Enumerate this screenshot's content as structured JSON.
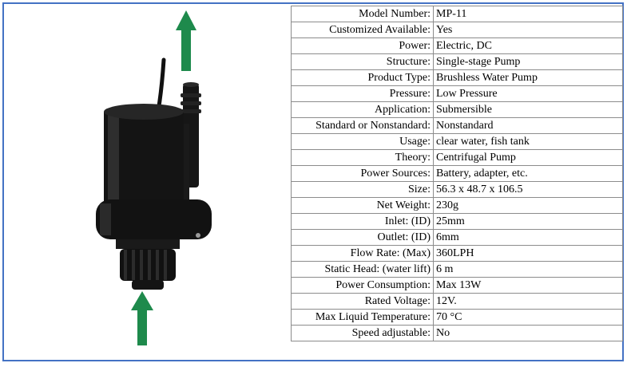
{
  "specs": [
    {
      "label": "Model Number:",
      "value": "MP-11"
    },
    {
      "label": "Customized Available:",
      "value": "Yes"
    },
    {
      "label": "Power:",
      "value": "Electric, DC"
    },
    {
      "label": "Structure:",
      "value": "Single-stage Pump"
    },
    {
      "label": "Product Type:",
      "value": "Brushless Water Pump"
    },
    {
      "label": "Pressure:",
      "value": "Low Pressure"
    },
    {
      "label": "Application:",
      "value": "Submersible"
    },
    {
      "label": "Standard or Nonstandard:",
      "value": "Nonstandard"
    },
    {
      "label": "Usage:",
      "value": "clear water, fish tank"
    },
    {
      "label": "Theory:",
      "value": "Centrifugal Pump"
    },
    {
      "label": "Power Sources:",
      "value": "Battery, adapter, etc."
    },
    {
      "label": "Size:",
      "value": " 56.3 x 48.7 x 106.5"
    },
    {
      "label": "Net Weight:",
      "value": "230g"
    },
    {
      "label": "Inlet: (ID)",
      "value": "25mm"
    },
    {
      "label": "Outlet: (ID)",
      "value": "6mm"
    },
    {
      "label": "Flow Rate: (Max)",
      "value": "360LPH"
    },
    {
      "label": "Static Head: (water lift)",
      "value": "6 m"
    },
    {
      "label": "Power Consumption:",
      "value": "Max 13W"
    },
    {
      "label": "Rated Voltage:",
      "value": "12V."
    },
    {
      "label": "Max Liquid Temperature:",
      "value": "70 °C"
    },
    {
      "label": "Speed adjustable:",
      "value": "No"
    }
  ],
  "colors": {
    "frame": "#4472c4",
    "arrow": "#1e8a4c",
    "pump": "#141414"
  }
}
